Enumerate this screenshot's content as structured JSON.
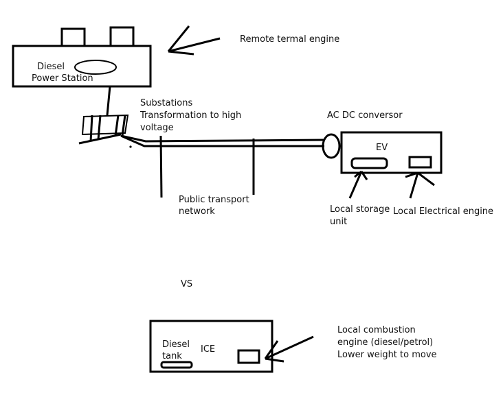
{
  "labels": {
    "remote_engine": "Remote termal engine",
    "diesel": "Diesel",
    "power_station": "Power Station",
    "substations": "Substations",
    "transformation_1": "Transformation to high",
    "transformation_2": "voltage",
    "ac_dc": "AC DC conversor",
    "ev": "EV",
    "public_transport_1": "Public transport",
    "public_transport_2": "network",
    "local_storage_1": "Local storage",
    "local_storage_2": "unit",
    "local_electrical_engine": "Local Electrical engine",
    "vs": "VS",
    "diesel_tank_1": "Diesel",
    "diesel_tank_2": "tank",
    "ice": "ICE",
    "combustion_1": "Local combustion",
    "combustion_2": "engine (diesel/petrol)",
    "combustion_3": "Lower weight to move"
  }
}
